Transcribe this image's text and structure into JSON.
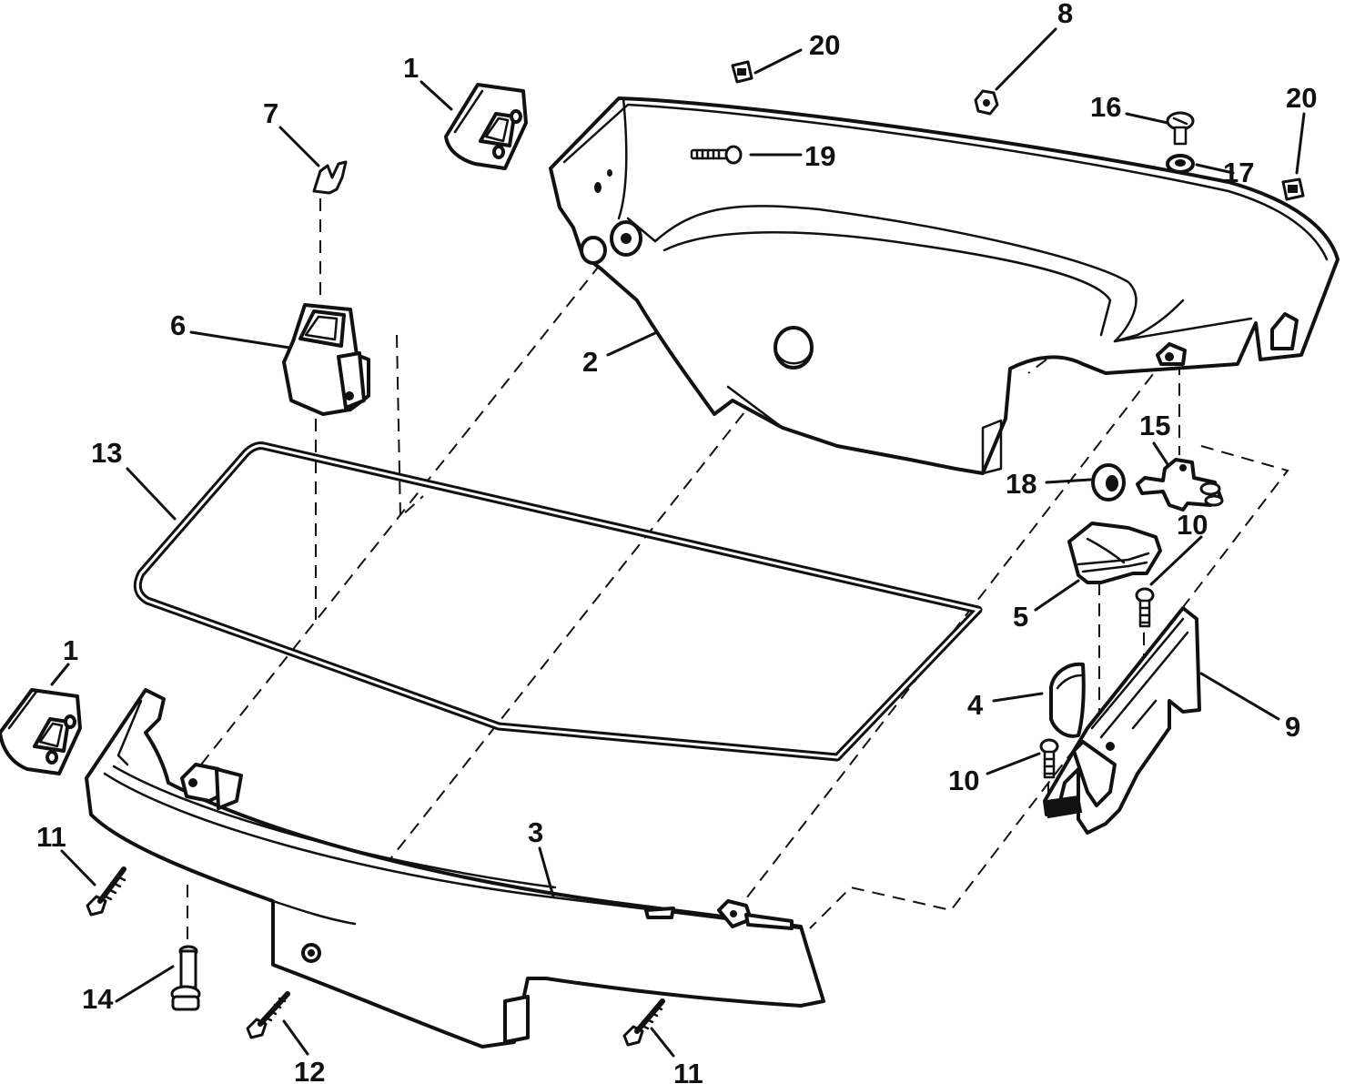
{
  "callouts": [
    {
      "id": "c-1a",
      "label": "1"
    },
    {
      "id": "c-1b",
      "label": "1"
    },
    {
      "id": "c-2",
      "label": "2"
    },
    {
      "id": "c-3",
      "label": "3"
    },
    {
      "id": "c-4",
      "label": "4"
    },
    {
      "id": "c-5",
      "label": "5"
    },
    {
      "id": "c-6",
      "label": "6"
    },
    {
      "id": "c-7",
      "label": "7"
    },
    {
      "id": "c-8",
      "label": "8"
    },
    {
      "id": "c-9",
      "label": "9"
    },
    {
      "id": "c-10a",
      "label": "10"
    },
    {
      "id": "c-10b",
      "label": "10"
    },
    {
      "id": "c-11a",
      "label": "11"
    },
    {
      "id": "c-11b",
      "label": "11"
    },
    {
      "id": "c-12",
      "label": "12"
    },
    {
      "id": "c-13",
      "label": "13"
    },
    {
      "id": "c-14",
      "label": "14"
    },
    {
      "id": "c-15",
      "label": "15"
    },
    {
      "id": "c-16",
      "label": "16"
    },
    {
      "id": "c-17",
      "label": "17"
    },
    {
      "id": "c-18",
      "label": "18"
    },
    {
      "id": "c-19",
      "label": "19"
    },
    {
      "id": "c-20a",
      "label": "20"
    },
    {
      "id": "c-20b",
      "label": "20"
    }
  ]
}
